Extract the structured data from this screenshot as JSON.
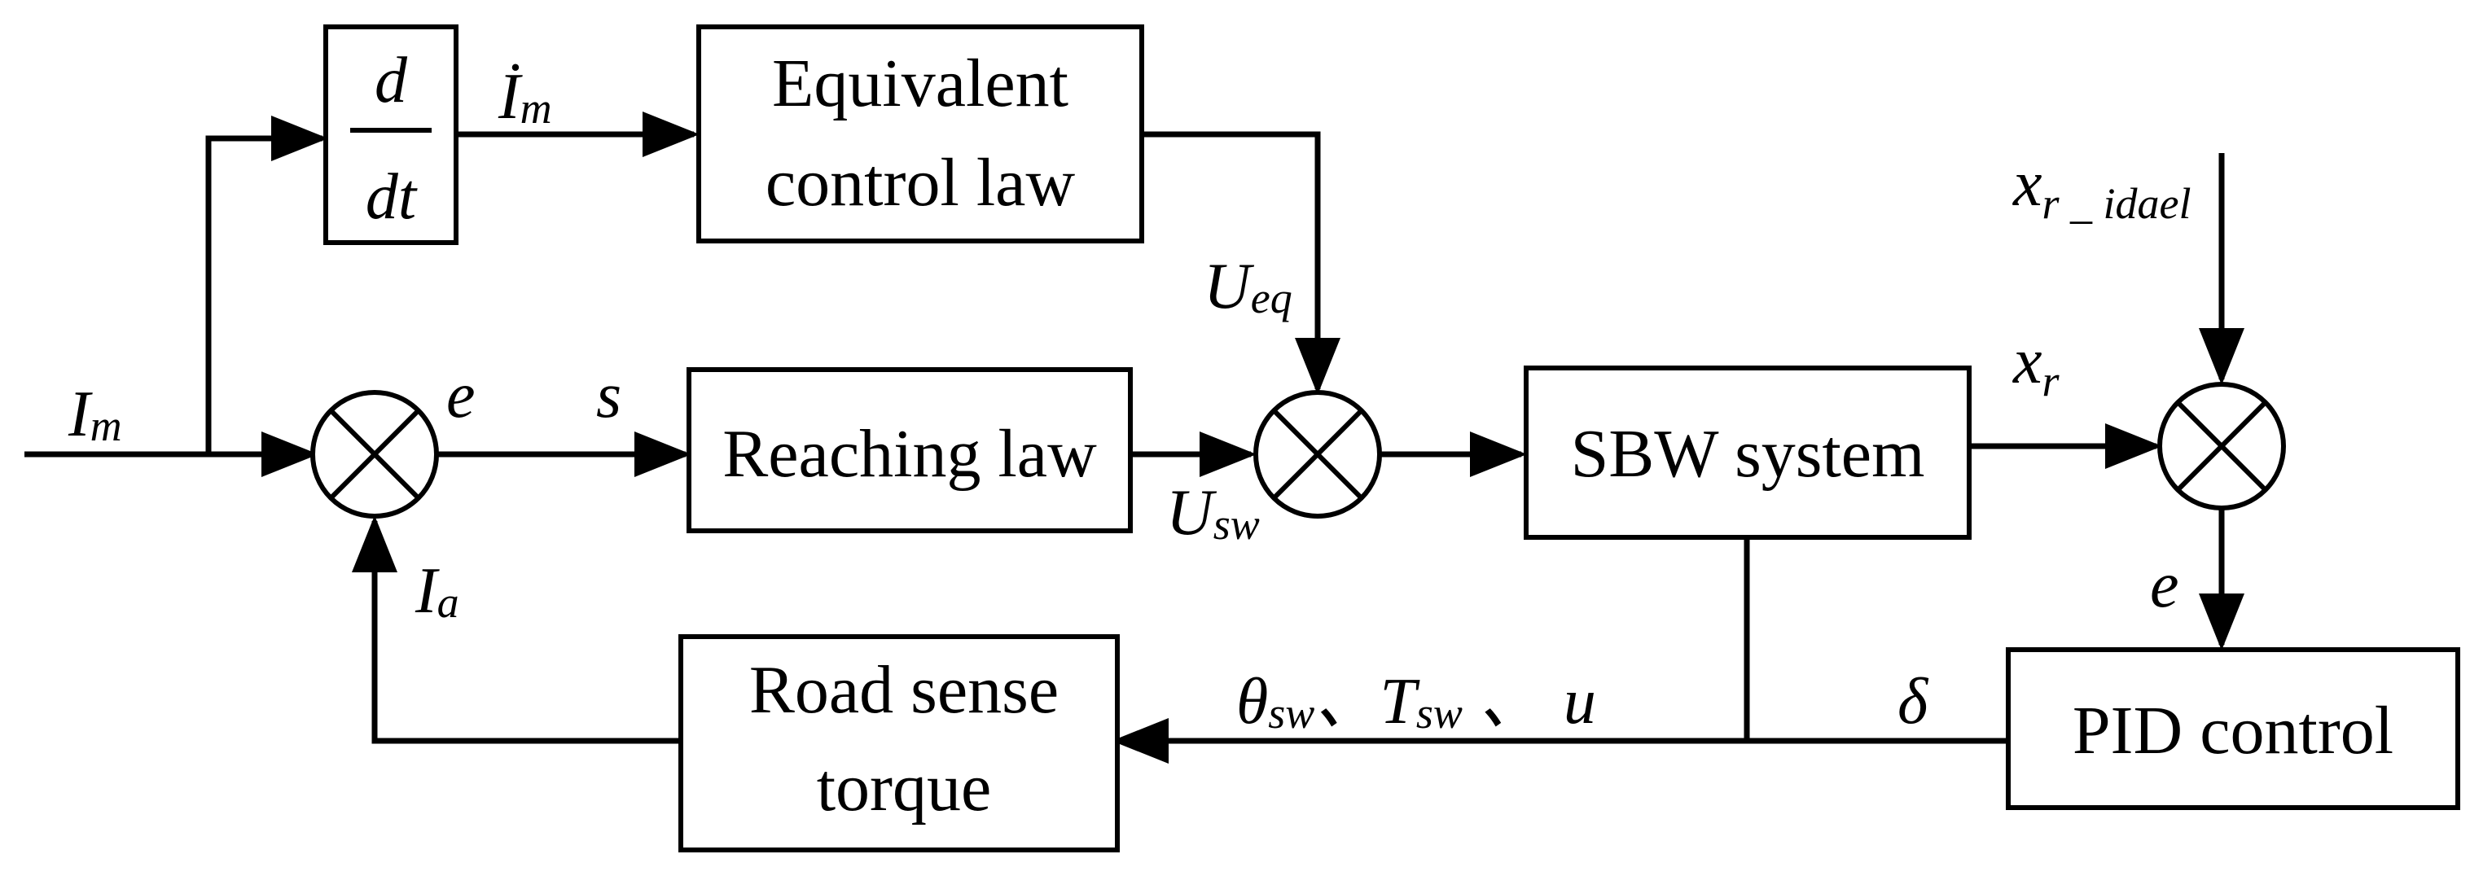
{
  "blocks": {
    "derivative": {
      "numerator": "d",
      "denominator": "dt"
    },
    "equivalent_control": {
      "line1": "Equivalent",
      "line2": "control law"
    },
    "reaching_law": {
      "label": "Reaching law"
    },
    "sbw_system": {
      "label": "SBW system"
    },
    "pid_control": {
      "label": "PID control"
    },
    "road_sense": {
      "line1": "Road sense",
      "line2": "torque"
    }
  },
  "signals": {
    "im": {
      "main": "I",
      "sub": "m"
    },
    "im_dot": {
      "main": "İ",
      "sub": "m"
    },
    "e1": "e",
    "s": "s",
    "ia": {
      "main": "I",
      "sub": "a"
    },
    "ueq": {
      "main": "U",
      "sub": "eq"
    },
    "usw": {
      "main": "U",
      "sub": "sw"
    },
    "xr_ideal": {
      "main": "x",
      "sub": "r _ idael"
    },
    "xr": {
      "main": "x",
      "sub": "r"
    },
    "e2": "e",
    "delta": "δ",
    "feedback": {
      "theta": "θ",
      "theta_sub": "sw",
      "sep1": "、",
      "T": "T",
      "T_sub": "sw",
      "sep2": " 、",
      "u": "u"
    }
  }
}
